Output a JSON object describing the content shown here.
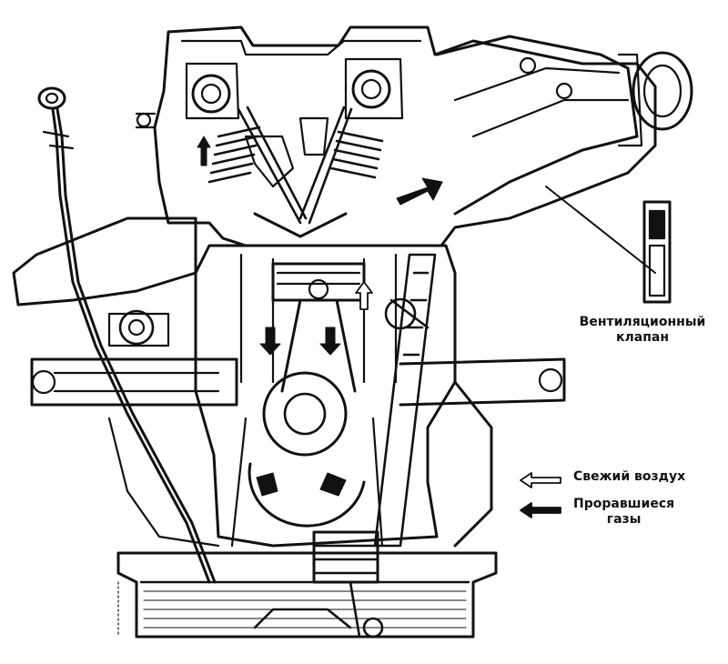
{
  "labels": {
    "valve_line1": "Вентиляционный",
    "valve_line2": "клапан"
  },
  "legend": {
    "fresh_air": "Свежий воздух",
    "blowby_line1": "Проравшиеся",
    "blowby_line2": "газы"
  },
  "colors": {
    "ink": "#111111",
    "paper": "#ffffff"
  },
  "icons": {
    "fresh_air": "hollow-arrow-left-icon",
    "blowby": "solid-arrow-left-icon"
  }
}
